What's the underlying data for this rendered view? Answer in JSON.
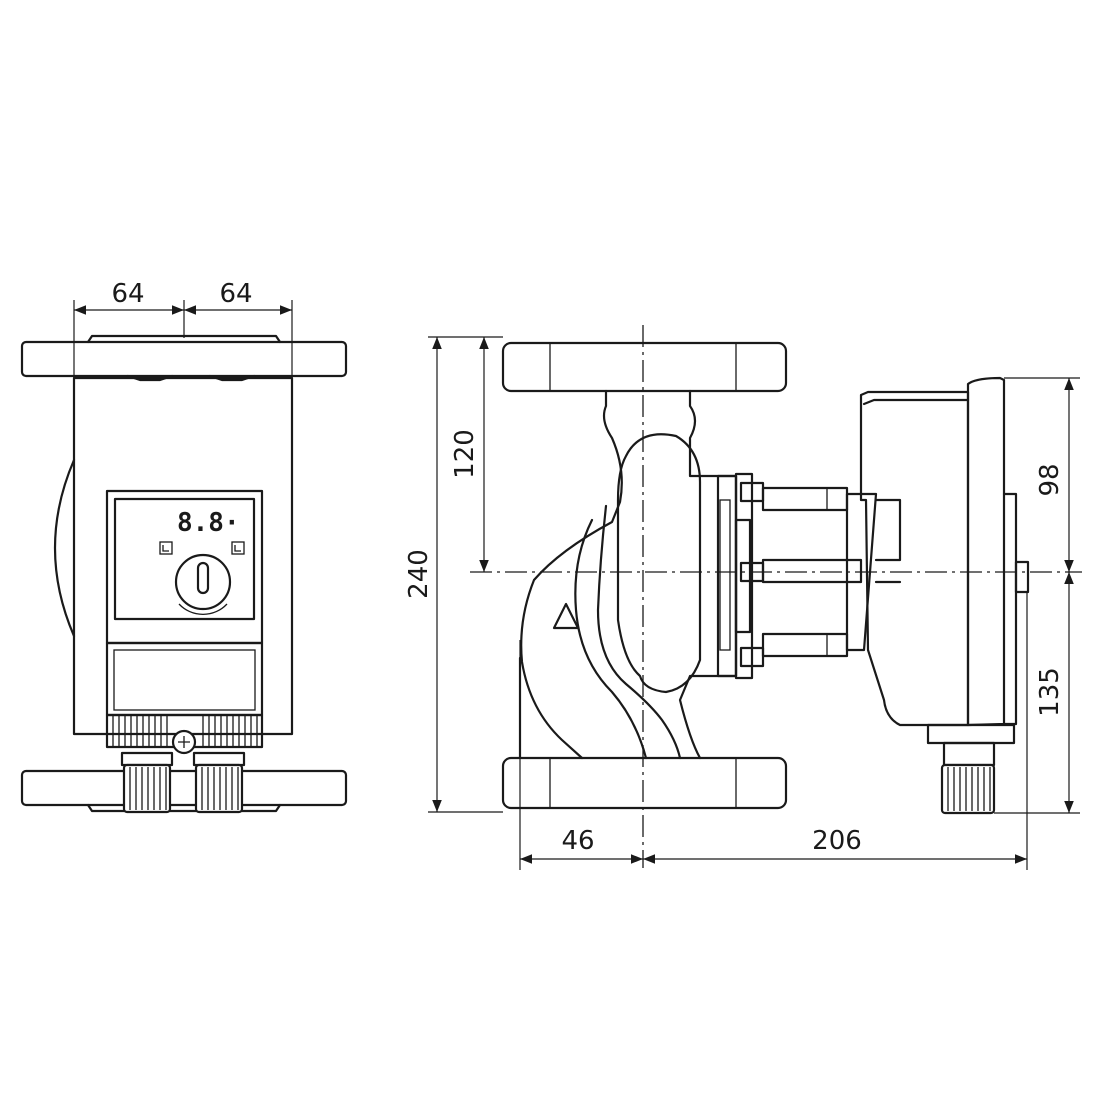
{
  "front_view": {
    "dim_left_half": "64",
    "dim_right_half": "64",
    "display_readout": "8.8·"
  },
  "side_view": {
    "dim_overall_height": "240",
    "dim_top_to_axis": "120",
    "dim_axis_to_head_top": "98",
    "dim_axis_to_bottom": "135",
    "dim_inlet_offset": "46",
    "dim_axis_to_head_end": "206"
  }
}
